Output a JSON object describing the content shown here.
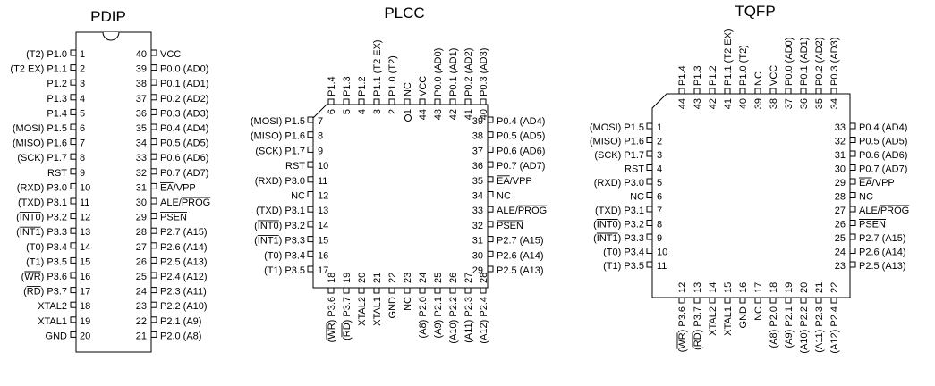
{
  "pdip": {
    "title": "PDIP",
    "left": [
      {
        "n": "1",
        "label": "(T2) P1.0"
      },
      {
        "n": "2",
        "label": "(T2 EX) P1.1"
      },
      {
        "n": "3",
        "label": "P1.2"
      },
      {
        "n": "4",
        "label": "P1.3"
      },
      {
        "n": "5",
        "label": "P1.4"
      },
      {
        "n": "6",
        "label": "(MOSI) P1.5"
      },
      {
        "n": "7",
        "label": "(MISO) P1.6"
      },
      {
        "n": "8",
        "label": "(SCK) P1.7"
      },
      {
        "n": "9",
        "label": "RST"
      },
      {
        "n": "10",
        "label": "(RXD) P3.0"
      },
      {
        "n": "11",
        "label": "(TXD) P3.1"
      },
      {
        "n": "12",
        "label": "(INT0) P3.2",
        "over": "INT0"
      },
      {
        "n": "13",
        "label": "(INT1) P3.3",
        "over": "INT1"
      },
      {
        "n": "14",
        "label": "(T0) P3.4"
      },
      {
        "n": "15",
        "label": "(T1) P3.5"
      },
      {
        "n": "16",
        "label": "(WR) P3.6",
        "over": "WR"
      },
      {
        "n": "17",
        "label": "(RD) P3.7",
        "over": "RD"
      },
      {
        "n": "18",
        "label": "XTAL2"
      },
      {
        "n": "19",
        "label": "XTAL1"
      },
      {
        "n": "20",
        "label": "GND"
      }
    ],
    "right": [
      {
        "n": "40",
        "label": "VCC"
      },
      {
        "n": "39",
        "label": "P0.0 (AD0)"
      },
      {
        "n": "38",
        "label": "P0.1 (AD1)"
      },
      {
        "n": "37",
        "label": "P0.2 (AD2)"
      },
      {
        "n": "36",
        "label": "P0.3 (AD3)"
      },
      {
        "n": "35",
        "label": "P0.4 (AD4)"
      },
      {
        "n": "34",
        "label": "P0.5 (AD5)"
      },
      {
        "n": "33",
        "label": "P0.6 (AD6)"
      },
      {
        "n": "32",
        "label": "P0.7 (AD7)"
      },
      {
        "n": "31",
        "label": "EA/VPP",
        "over": "EA"
      },
      {
        "n": "30",
        "label": "ALE/PROG",
        "over": "PROG"
      },
      {
        "n": "29",
        "label": "PSEN",
        "over": "PSEN"
      },
      {
        "n": "28",
        "label": "P2.7 (A15)"
      },
      {
        "n": "27",
        "label": "P2.6 (A14)"
      },
      {
        "n": "26",
        "label": "P2.5 (A13)"
      },
      {
        "n": "25",
        "label": "P2.4 (A12)"
      },
      {
        "n": "24",
        "label": "P2.3 (A11)"
      },
      {
        "n": "23",
        "label": "P2.2 (A10)"
      },
      {
        "n": "22",
        "label": "P2.1 (A9)"
      },
      {
        "n": "21",
        "label": "P2.0 (A8)"
      }
    ]
  },
  "plcc": {
    "title": "PLCC",
    "left": [
      {
        "n": "7",
        "label": "(MOSI) P1.5"
      },
      {
        "n": "8",
        "label": "(MISO) P1.6"
      },
      {
        "n": "9",
        "label": "(SCK) P1.7"
      },
      {
        "n": "10",
        "label": "RST"
      },
      {
        "n": "11",
        "label": "(RXD) P3.0"
      },
      {
        "n": "12",
        "label": "NC"
      },
      {
        "n": "13",
        "label": "(TXD) P3.1"
      },
      {
        "n": "14",
        "label": "(INT0) P3.2",
        "over": "INT0"
      },
      {
        "n": "15",
        "label": "(INT1) P3.3",
        "over": "INT1"
      },
      {
        "n": "16",
        "label": "(T0) P3.4"
      },
      {
        "n": "17",
        "label": "(T1) P3.5"
      }
    ],
    "right": [
      {
        "n": "39",
        "label": "P0.4 (AD4)"
      },
      {
        "n": "38",
        "label": "P0.5 (AD5)"
      },
      {
        "n": "37",
        "label": "P0.6 (AD6)"
      },
      {
        "n": "36",
        "label": "P0.7 (AD7)"
      },
      {
        "n": "35",
        "label": "EA/VPP",
        "over": "EA"
      },
      {
        "n": "34",
        "label": "NC"
      },
      {
        "n": "33",
        "label": "ALE/PROG",
        "over": "PROG"
      },
      {
        "n": "32",
        "label": "PSEN",
        "over": "PSEN"
      },
      {
        "n": "31",
        "label": "P2.7 (A15)"
      },
      {
        "n": "30",
        "label": "P2.6 (A14)"
      },
      {
        "n": "29",
        "label": "P2.5 (A13)"
      }
    ],
    "top": [
      {
        "n": "6",
        "label": "P1.4"
      },
      {
        "n": "5",
        "label": "P1.3"
      },
      {
        "n": "4",
        "label": "P1.2"
      },
      {
        "n": "3",
        "label": "P1.1 (T2 EX)"
      },
      {
        "n": "2",
        "label": "P1.0 (T2)"
      },
      {
        "n": "1",
        "label": "NC"
      },
      {
        "n": "44",
        "label": "VCC"
      },
      {
        "n": "43",
        "label": "P0.0 (AD0)"
      },
      {
        "n": "42",
        "label": "P0.1 (AD1)"
      },
      {
        "n": "41",
        "label": "P0.2 (AD2)"
      },
      {
        "n": "40",
        "label": "P0.3 (AD3)"
      }
    ],
    "bottom": [
      {
        "n": "18",
        "label": "(WR) P3.6",
        "over": "WR"
      },
      {
        "n": "19",
        "label": "(RD) P3.7",
        "over": "RD"
      },
      {
        "n": "20",
        "label": "XTAL2"
      },
      {
        "n": "21",
        "label": "XTAL1"
      },
      {
        "n": "22",
        "label": "GND"
      },
      {
        "n": "23",
        "label": "NC"
      },
      {
        "n": "24",
        "label": "(A8) P2.0"
      },
      {
        "n": "25",
        "label": "(A9) P2.1"
      },
      {
        "n": "26",
        "label": "(A10) P2.2"
      },
      {
        "n": "27",
        "label": "(A11) P2.3"
      },
      {
        "n": "28",
        "label": "(A12) P2.4"
      }
    ]
  },
  "tqfp": {
    "title": "TQFP",
    "left": [
      {
        "n": "1",
        "label": "(MOSI) P1.5"
      },
      {
        "n": "2",
        "label": "(MISO) P1.6"
      },
      {
        "n": "3",
        "label": "(SCK) P1.7"
      },
      {
        "n": "4",
        "label": "RST"
      },
      {
        "n": "5",
        "label": "(RXD) P3.0"
      },
      {
        "n": "6",
        "label": "NC"
      },
      {
        "n": "7",
        "label": "(TXD) P3.1"
      },
      {
        "n": "8",
        "label": "(INT0) P3.2",
        "over": "INT0"
      },
      {
        "n": "9",
        "label": "(INT1) P3.3",
        "over": "INT1"
      },
      {
        "n": "10",
        "label": "(T0) P3.4"
      },
      {
        "n": "11",
        "label": "(T1) P3.5"
      }
    ],
    "right": [
      {
        "n": "33",
        "label": "P0.4 (AD4)"
      },
      {
        "n": "32",
        "label": "P0.5 (AD5)"
      },
      {
        "n": "31",
        "label": "P0.6 (AD6)"
      },
      {
        "n": "30",
        "label": "P0.7 (AD7)"
      },
      {
        "n": "29",
        "label": "EA/VPP",
        "over": "EA"
      },
      {
        "n": "28",
        "label": "NC"
      },
      {
        "n": "27",
        "label": "ALE/PROG",
        "over": "PROG"
      },
      {
        "n": "26",
        "label": "PSEN",
        "over": "PSEN"
      },
      {
        "n": "25",
        "label": "P2.7 (A15)"
      },
      {
        "n": "24",
        "label": "P2.6 (A14)"
      },
      {
        "n": "23",
        "label": "P2.5 (A13)"
      }
    ],
    "top": [
      {
        "n": "44",
        "label": "P1.4"
      },
      {
        "n": "43",
        "label": "P1.3"
      },
      {
        "n": "42",
        "label": "P1.2"
      },
      {
        "n": "41",
        "label": "P1.1 (T2 EX)"
      },
      {
        "n": "40",
        "label": "P1.0 (T2)"
      },
      {
        "n": "39",
        "label": "NC"
      },
      {
        "n": "38",
        "label": "VCC"
      },
      {
        "n": "37",
        "label": "P0.0 (AD0)"
      },
      {
        "n": "36",
        "label": "P0.1 (AD1)"
      },
      {
        "n": "35",
        "label": "P0.2 (AD2)"
      },
      {
        "n": "34",
        "label": "P0.3 (AD3)"
      }
    ],
    "bottom": [
      {
        "n": "12",
        "label": "(WR) P3.6",
        "over": "WR"
      },
      {
        "n": "13",
        "label": "(RD) P3.7",
        "over": "RD"
      },
      {
        "n": "14",
        "label": "XTAL2"
      },
      {
        "n": "15",
        "label": "XTAL1"
      },
      {
        "n": "16",
        "label": "GND"
      },
      {
        "n": "17",
        "label": "NC"
      },
      {
        "n": "18",
        "label": "(A8) P2.0"
      },
      {
        "n": "19",
        "label": "(A9) P2.1"
      },
      {
        "n": "20",
        "label": "(A10) P2.2"
      },
      {
        "n": "21",
        "label": "(A11) P2.3"
      },
      {
        "n": "22",
        "label": "(A12) P2.4"
      }
    ]
  }
}
